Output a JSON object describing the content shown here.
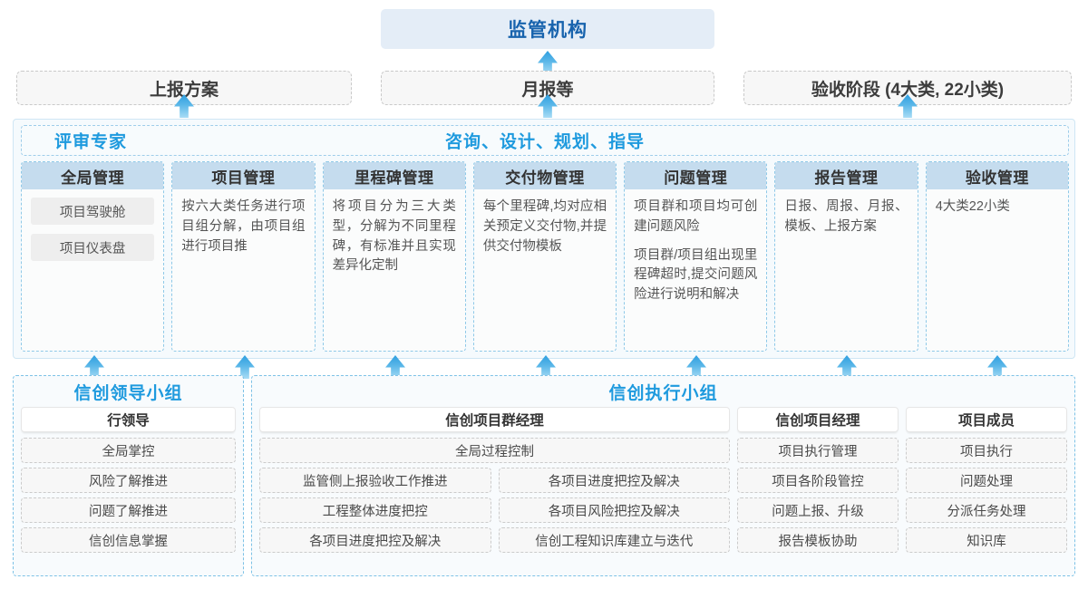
{
  "top": {
    "regulator": "监管机构",
    "items": [
      {
        "name": "report-plan",
        "label": "上报方案"
      },
      {
        "name": "monthly-report",
        "label": "月报等"
      },
      {
        "name": "acceptance-stage",
        "label": "验收阶段 (4大类, 22小类)"
      }
    ]
  },
  "band": {
    "left_label": "评审专家",
    "center_label": "咨询、设计、规划、指导",
    "columns": [
      {
        "title": "全局管理",
        "paragraphs": [],
        "chips": [
          "项目驾驶舱",
          "项目仪表盘"
        ]
      },
      {
        "title": "项目管理",
        "paragraphs": [
          "按六大类任务进行项目组分解，由项目组进行项目推"
        ],
        "chips": []
      },
      {
        "title": "里程碑管理",
        "paragraphs": [
          "将项目分为三大类型，分解为不同里程碑，有标准并且实现差异化定制"
        ],
        "chips": []
      },
      {
        "title": "交付物管理",
        "paragraphs": [
          "每个里程碑,均对应相关预定义交付物,并提供交付物模板"
        ],
        "chips": []
      },
      {
        "title": "问题管理",
        "paragraphs": [
          "项目群和项目均可创建问题风险",
          "项目群/项目组出现里程碑超时,提交问题风险进行说明和解决"
        ],
        "chips": []
      },
      {
        "title": "报告管理",
        "paragraphs": [
          "日报、周报、月报、模板、上报方案"
        ],
        "chips": []
      },
      {
        "title": "验收管理",
        "paragraphs": [
          "4大类22小类"
        ],
        "chips": []
      }
    ]
  },
  "bottom": {
    "leader_group": {
      "title": "信创领导小组",
      "role": "行领导",
      "items": [
        "全局掌控",
        "风险了解推进",
        "问题了解推进",
        "信创信息掌握"
      ]
    },
    "exec_group": {
      "title": "信创执行小组",
      "program_manager": {
        "role": "信创项目群经理",
        "wide_item": "全局过程控制",
        "left_items": [
          "监管侧上报验收工作推进",
          "工程整体进度把控",
          "各项目进度把控及解决"
        ],
        "right_items": [
          "各项目进度把控及解决",
          "各项目风险把控及解决",
          "信创工程知识库建立与迭代"
        ]
      },
      "project_manager": {
        "role": "信创项目经理",
        "items": [
          "项目执行管理",
          "项目各阶段管控",
          "问题上报、升级",
          "报告模板协助"
        ]
      },
      "member": {
        "role": "项目成员",
        "items": [
          "项目执行",
          "问题处理",
          "分派任务处理",
          "知识库"
        ]
      }
    }
  },
  "colors": {
    "accent_blue": "#1e9ade",
    "title_blue": "#1763ad",
    "col_head_bg": "#c5dcee",
    "regulator_bg": "#e4edf7",
    "band_bg": "#f5fafd"
  }
}
